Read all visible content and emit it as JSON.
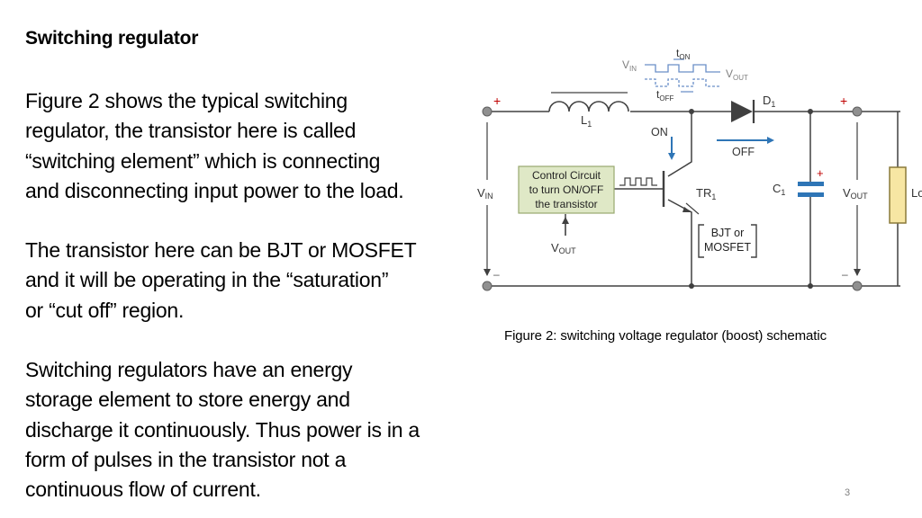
{
  "slide": {
    "title": "Switching regulator",
    "paragraphs": [
      {
        "lines": [
          "Figure 2 shows the typical switching",
          "regulator, the transistor here is called",
          "“switching element” which is connecting",
          "and disconnecting input power to the load."
        ]
      },
      {
        "lines": [
          "The transistor here can be BJT or MOSFET",
          "and it will be operating in the “saturation”",
          "or “cut off” region."
        ]
      },
      {
        "lines": [
          "Switching regulators have an energy",
          "storage element to store energy and",
          "discharge it continuously. Thus power is in a",
          "form of pulses in the transistor not a",
          "continuous flow of current."
        ]
      }
    ],
    "caption": "Figure 2: switching voltage regulator (boost) schematic",
    "page_number": "3"
  },
  "diagram": {
    "plus_left": "+",
    "minus_left": "–",
    "plus_right": "+",
    "minus_right": "–",
    "cap_plus": "+",
    "vin_label": "V",
    "vin_sub": "IN",
    "inductor_label": "L",
    "inductor_sub": "1",
    "diode_label": "D",
    "diode_sub": "1",
    "cap_label": "C",
    "cap_sub": "1",
    "vout_label": "V",
    "vout_sub": "OUT",
    "load_label": "Lo",
    "transistor_label": "TR",
    "transistor_sub": "1",
    "on_label": "ON",
    "off_label": "OFF",
    "control_lines": [
      "Control Circuit",
      "to turn ON/OFF",
      "the transistor"
    ],
    "control_vout_label": "V",
    "control_vout_sub": "OUT",
    "bjt_lines": [
      "BJT or",
      "MOSFET"
    ],
    "wave_vin_label": "V",
    "wave_vin_sub": "IN",
    "wave_vout_label": "V",
    "wave_vout_sub": "OUT",
    "ton_label": "t",
    "ton_sub": "ON",
    "toff_label": "t",
    "toff_sub": "OFF",
    "colors": {
      "wire": "#404040",
      "control_fill": "#dfe8c6",
      "control_border": "#98a86f",
      "blue": "#2e75b6",
      "capacitor": "#2e75b6",
      "load_fill": "#f7e6a3",
      "load_border": "#8a7a3a",
      "wave": "#6a8fc8",
      "terminal": "#808080"
    }
  }
}
